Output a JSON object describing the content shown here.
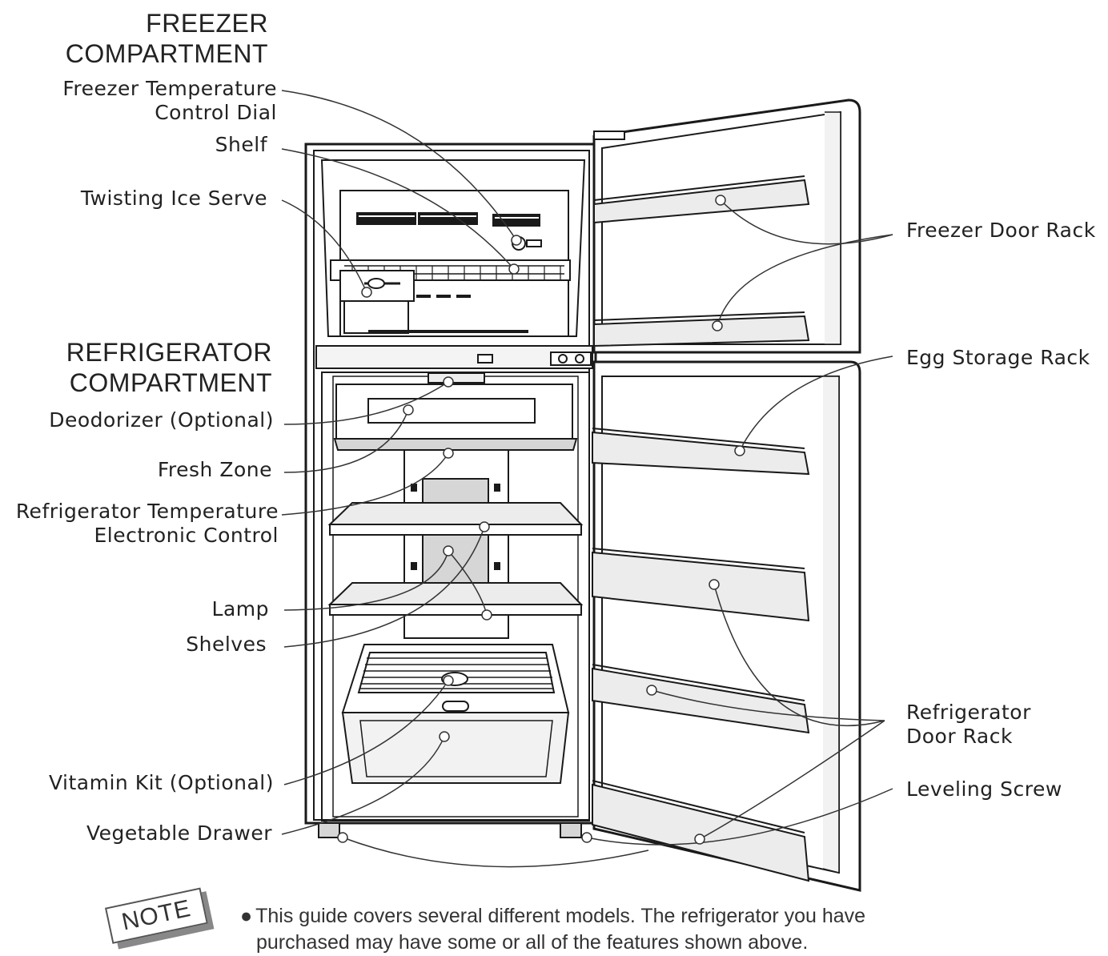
{
  "headings": {
    "freezer_line1": "FREEZER",
    "freezer_line2": "COMPARTMENT",
    "refrigerator_line1": "REFRIGERATOR",
    "refrigerator_line2": "COMPARTMENT"
  },
  "left_labels": {
    "freezer_temp_dial_line1": "Freezer Temperature",
    "freezer_temp_dial_line2": "Control Dial",
    "shelf": "Shelf",
    "twisting_ice_serve": "Twisting Ice Serve",
    "deodorizer": "Deodorizer (Optional)",
    "fresh_zone": "Fresh Zone",
    "fridge_temp_control_line1": "Refrigerator Temperature",
    "fridge_temp_control_line2": "Electronic Control",
    "lamp": "Lamp",
    "shelves": "Shelves",
    "vitamin_kit": "Vitamin Kit (Optional)",
    "vegetable_drawer": "Vegetable Drawer"
  },
  "right_labels": {
    "freezer_door_rack": "Freezer Door Rack",
    "egg_storage_rack": "Egg Storage Rack",
    "fridge_door_rack_line1": "Refrigerator",
    "fridge_door_rack_line2": "Door Rack",
    "leveling_screw": "Leveling Screw"
  },
  "note": {
    "badge": "NOTE",
    "bullet": "●",
    "line1": "This guide covers several different models. The refrigerator you have",
    "line2": "purchased may have some or all of the features shown above."
  },
  "colors": {
    "outline": "#1a1a1a",
    "leader": "#333333",
    "shade": "#d6d6d6",
    "light_shade": "#ececec"
  }
}
